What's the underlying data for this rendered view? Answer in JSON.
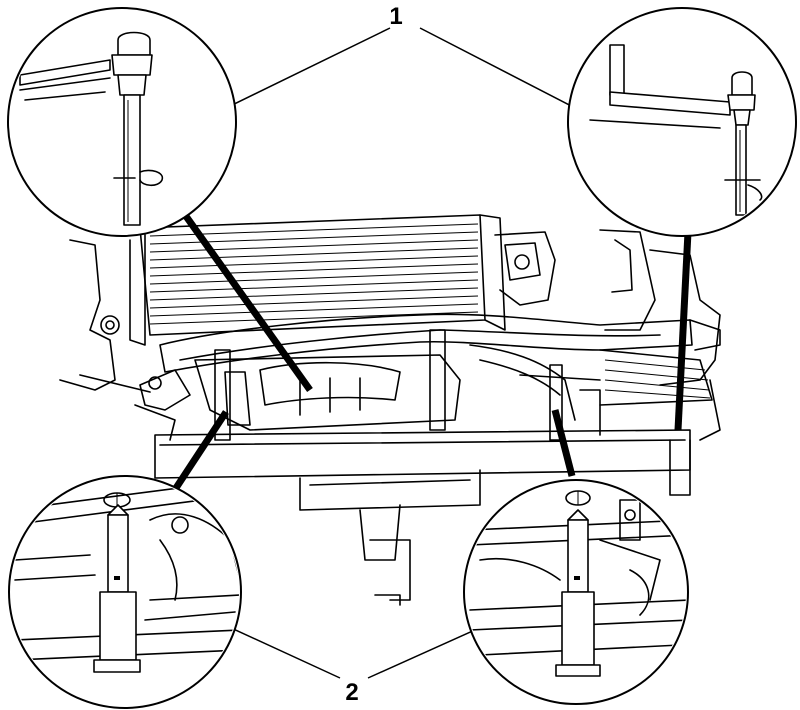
{
  "callouts": [
    {
      "id": "1",
      "label": "1"
    },
    {
      "id": "2",
      "label": "2"
    }
  ],
  "colors": {
    "line": "#000000",
    "background": "#ffffff"
  },
  "details": [
    "detail-top-left",
    "detail-top-right",
    "detail-bottom-left",
    "detail-bottom-right"
  ]
}
